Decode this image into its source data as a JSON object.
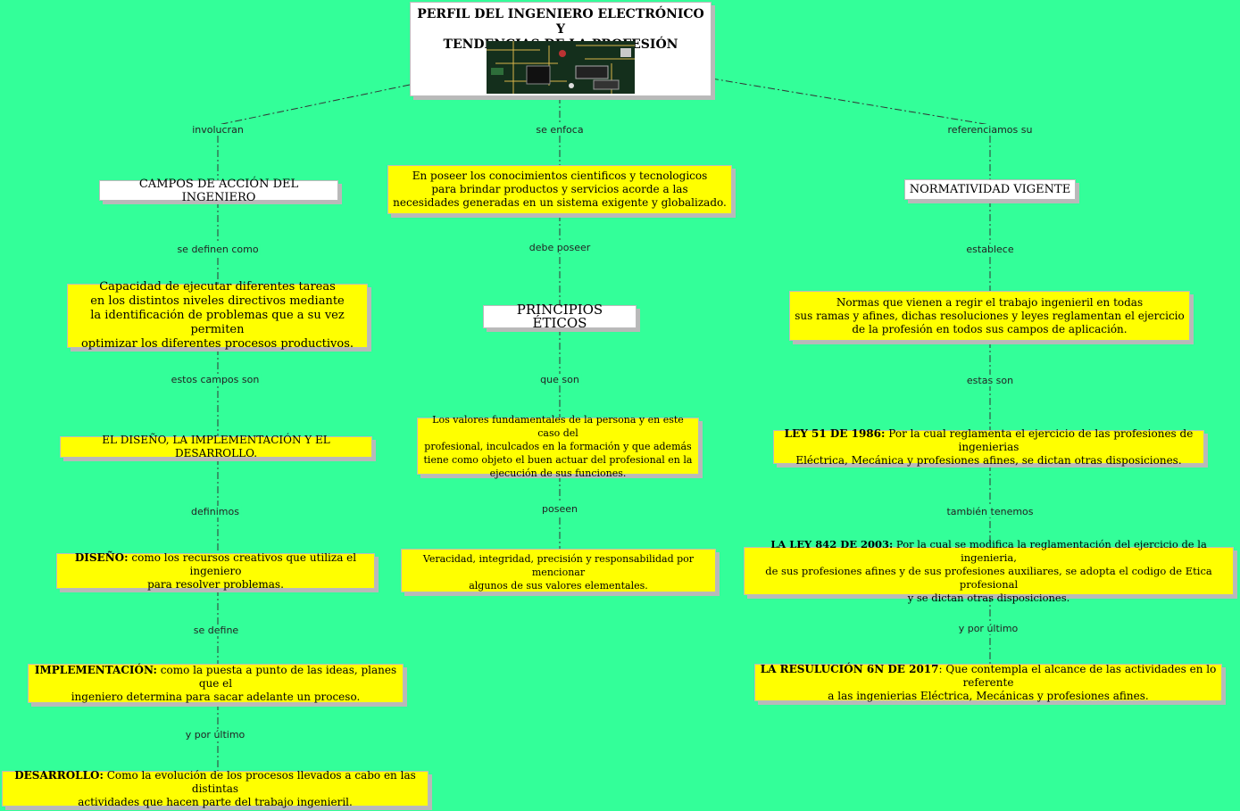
{
  "title": {
    "line1": "PERFIL DEL INGENIERO ELECTRÓNICO Y",
    "line2": "TENDENCIAS DE LA PROFESIÓN"
  },
  "links": {
    "involucran": "involucran",
    "se_enfoca": "se enfoca",
    "referenciamos_su": "referenciamos su",
    "se_definen_como": "se definen como",
    "estos_campos_son": "estos campos son",
    "definimos": "definimos",
    "se_define": "se define",
    "y_por_ultimo_left": "y por último",
    "debe_poseer": "debe poseer",
    "que_son": "que son",
    "poseen": "poseen",
    "establece": "establece",
    "estas_son": "estas son",
    "tambien_tenemos": "también tenemos",
    "y_por_ultimo_right": "y por último"
  },
  "left": {
    "campos": "CAMPOS DE ACCIÓN DEL INGENIERO",
    "capacidad": [
      "Capacidad de ejecutar diferentes tareas",
      "en los distintos niveles directivos mediante",
      "la identificación de problemas que a su vez permiten",
      "optimizar los diferentes procesos productivos."
    ],
    "diseno_impl": "EL DISEÑO, LA IMPLEMENTACIÓN Y EL DESARROLLO.",
    "diseno_head": "DISEÑO:",
    "diseno_text1": " como los recursos creativos que utiliza el ingeniero",
    "diseno_text2": "para resolver problemas.",
    "impl_head": "IMPLEMENTACIÓN:",
    "impl_text1": " como la puesta a punto de las ideas, planes que el",
    "impl_text2": "ingeniero determina para sacar adelante un proceso.",
    "des_head": "DESARROLLO:",
    "des_text1": " Como la evolución de los procesos llevados a cabo  en las distintas",
    "des_text2": "actividades que hacen parte del trabajo ingenieril."
  },
  "center": {
    "enfoca": [
      "En poseer los conocimientos cientificos y tecnologicos",
      "para brindar productos y servicios acorde a las",
      "necesidades generadas en un sistema exigente y globalizado."
    ],
    "principios": "PRINCIPIOS ÉTICOS",
    "valores": [
      "Los valores fundamentales de la persona y en este caso del",
      "profesional, inculcados en la formación y que además",
      "tiene como objeto el buen actuar del profesional en la",
      "ejecución de sus funciones."
    ],
    "veracidad": [
      "Veracidad, integridad, precisión y responsabilidad por mencionar",
      "algunos de sus valores elementales."
    ]
  },
  "right": {
    "normatividad": "NORMATIVIDAD VIGENTE",
    "normas": [
      "Normas que vienen a regir el trabajo ingenieril en todas",
      "sus ramas y afines, dichas resoluciones y leyes reglamentan el ejercicio",
      "de la profesión en todos sus campos de aplicación."
    ],
    "ley51_head": "LEY 51 DE 1986:",
    "ley51_text1": " Por la cual reglamenta el ejercicio de las profesiones de ingenierias",
    "ley51_text2": "Eléctrica, Mecánica y profesiones afines, se dictan otras disposiciones.",
    "ley842_head": "LA LEY 842 DE 2003:",
    "ley842_text1": " Por la cual se modifica la reglamentación del ejercicio de la ingenieria,",
    "ley842_text2": "de sus profesiones afines y de sus profesiones auxiliares, se adopta el codigo de Etica profesional",
    "ley842_text3": "y se dictan otras disposiciones.",
    "res_head": "LA RESULUCIÓN 6N DE 2017",
    "res_text1": ": Que contempla el alcance de las actividades en lo referente",
    "res_text2": "a las ingenierias Eléctrica, Mecánicas y profesiones afines."
  },
  "colors": {
    "background": "#33ff99",
    "node_fill": "#ffff00",
    "title_fill": "#ffffff",
    "shadow": "#b9b9b9"
  }
}
